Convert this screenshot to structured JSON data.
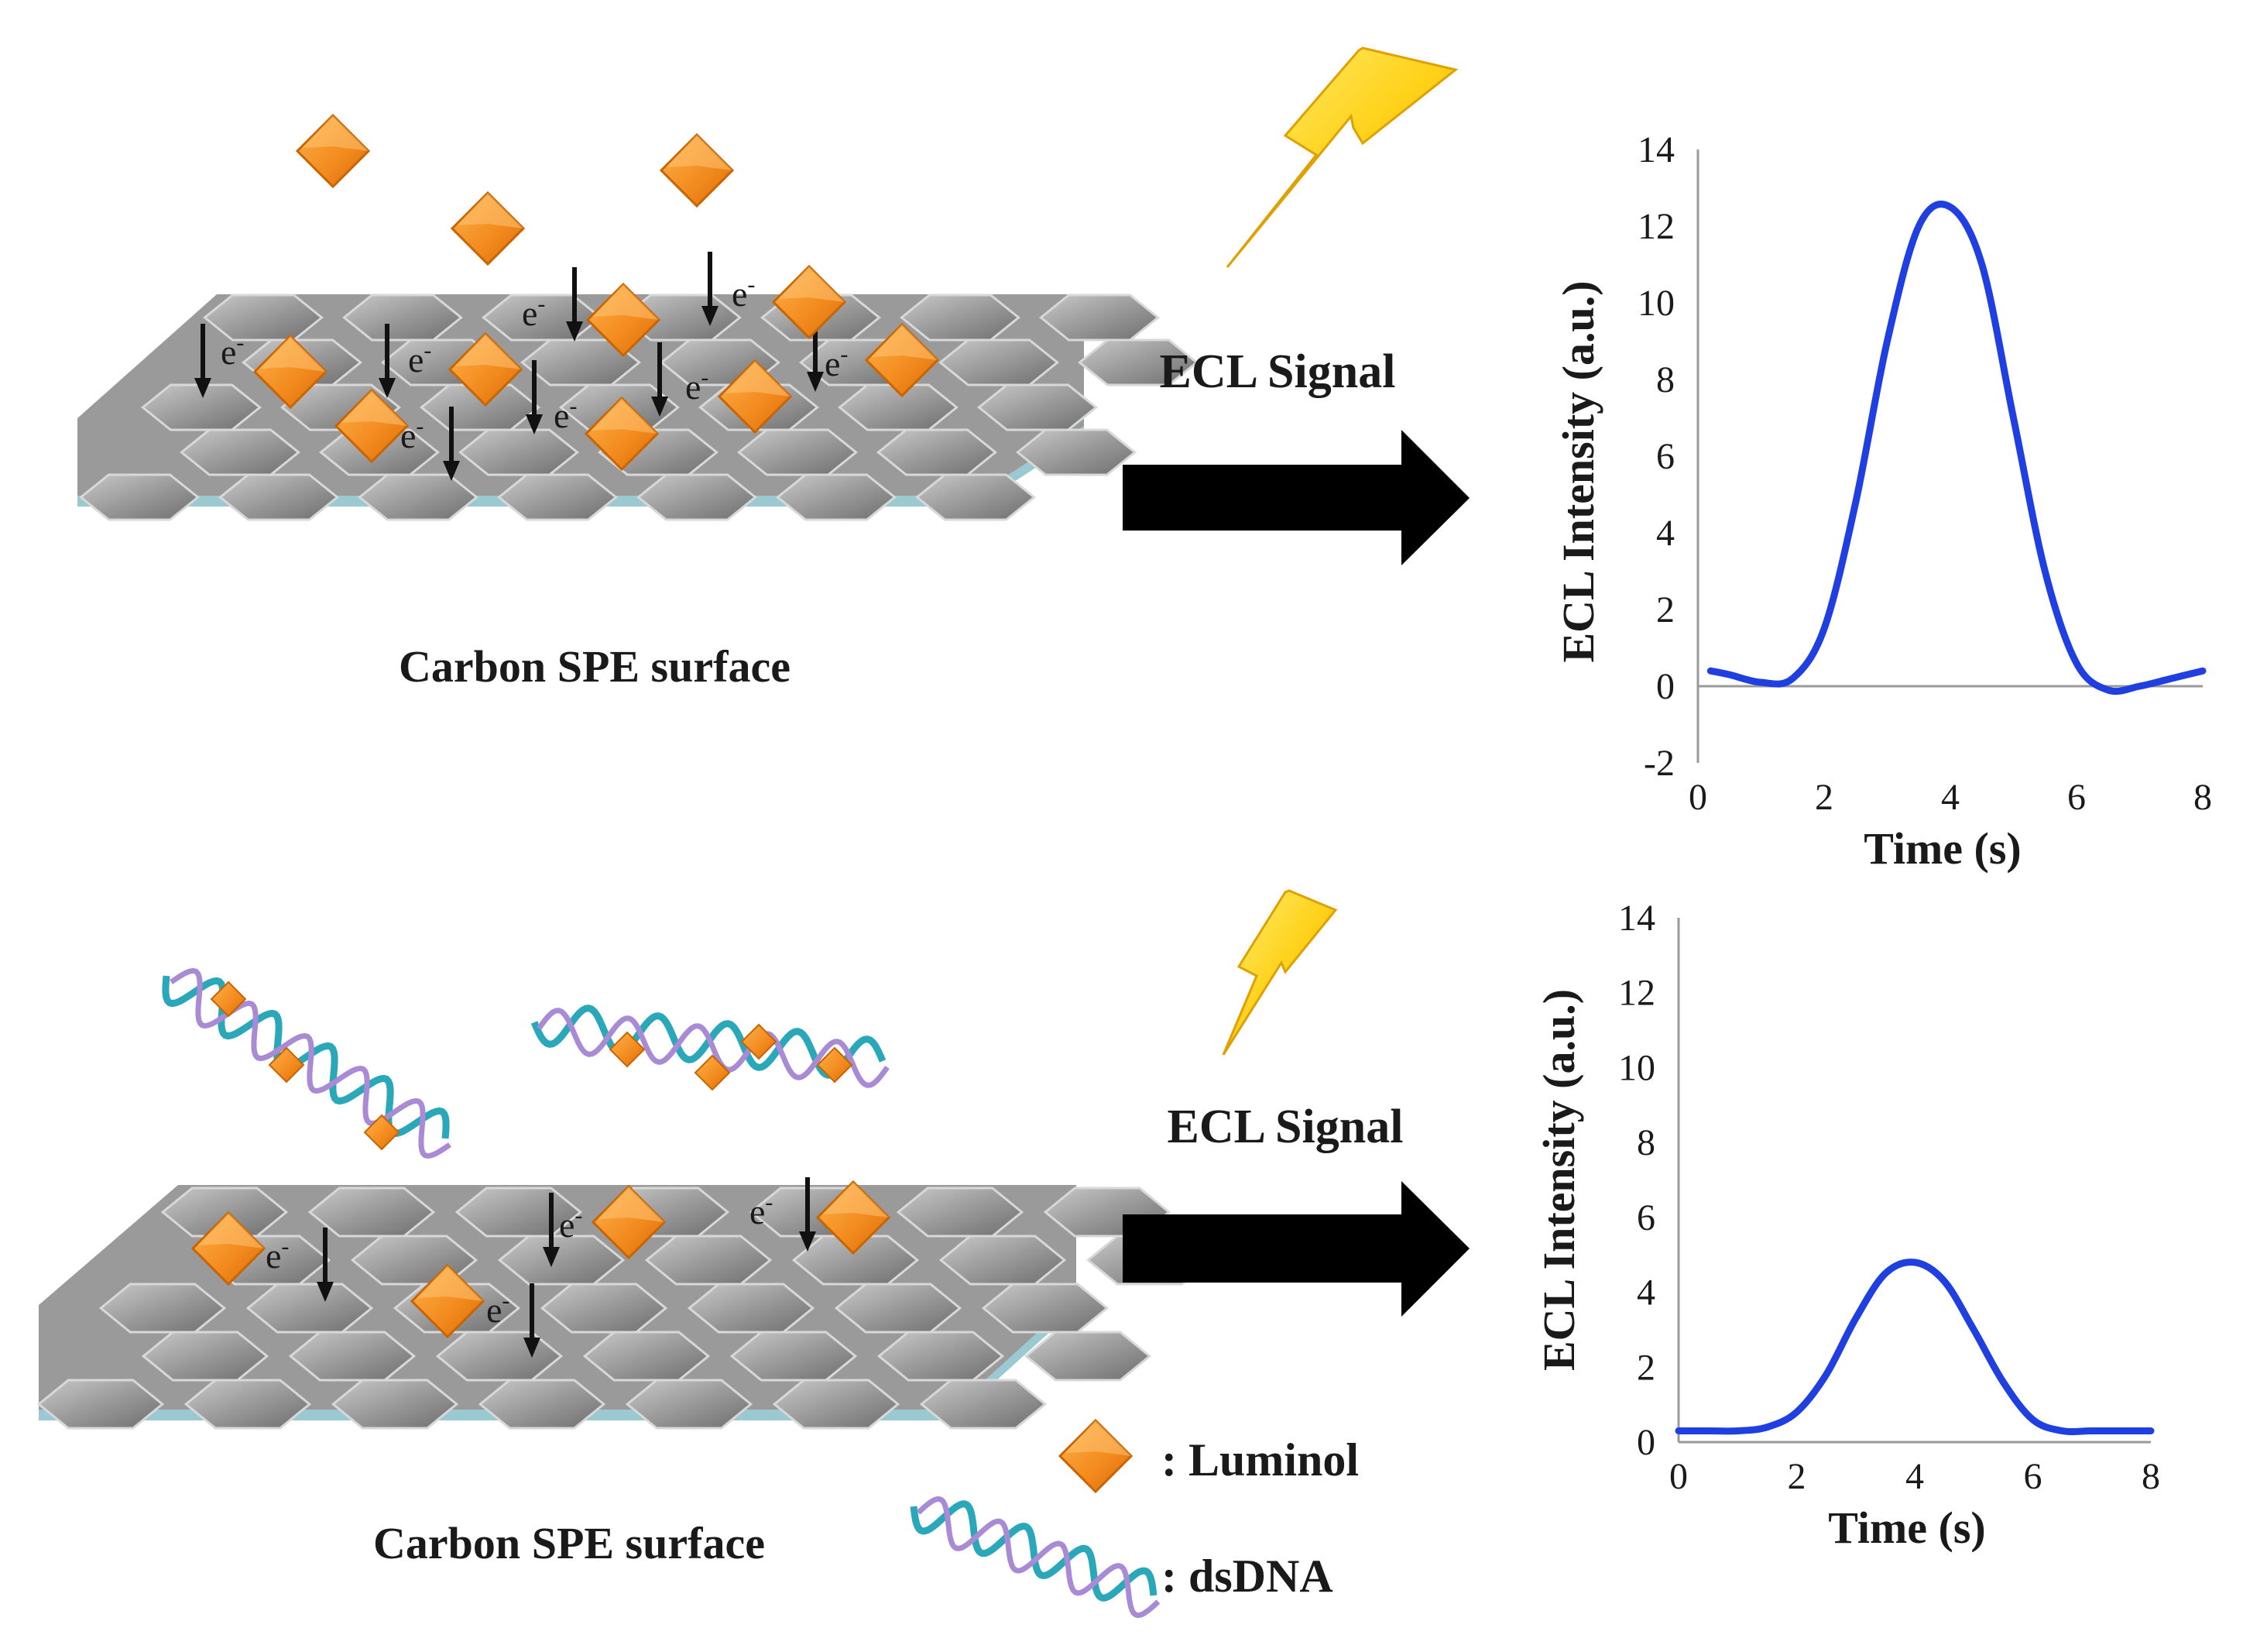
{
  "top_panel": {
    "surface_label": "Carbon SPE surface",
    "arrow_label": "ECL Signal",
    "electron_symbol": "e",
    "electron_sup": "-"
  },
  "bottom_panel": {
    "surface_label": "Carbon SPE surface",
    "arrow_label": "ECL Signal",
    "electron_symbol": "e",
    "electron_sup": "-"
  },
  "legend": {
    "luminol_label": ": Luminol",
    "dsdna_label": ": dsDNA"
  },
  "colors": {
    "luminol": "#f28a1e",
    "curve": "#1f3fe0",
    "lightning": "#ffc400",
    "arrow": "#000000",
    "dna_teal": "#2aa7b8",
    "dna_purple": "#a98ad4",
    "hex_tile": "#8c8c8c"
  },
  "chart_data": [
    {
      "type": "line",
      "xlabel": "Time (s)",
      "ylabel": "ECL Intensity (a.u.)",
      "xlim": [
        0,
        8
      ],
      "ylim": [
        -2,
        14
      ],
      "xticks": [
        "0",
        "2",
        "4",
        "6",
        "8"
      ],
      "yticks": [
        "-2",
        "0",
        "2",
        "4",
        "6",
        "8",
        "10",
        "12",
        "14"
      ],
      "series": [
        {
          "x": [
            0.2,
            0.5,
            1.0,
            1.5,
            2.0,
            2.5,
            3.0,
            3.5,
            4.0,
            4.5,
            5.0,
            5.5,
            6.0,
            6.5,
            7.0,
            7.5,
            8.0
          ],
          "values": [
            0.4,
            0.3,
            0.1,
            0.2,
            1.5,
            4.8,
            9.0,
            12.0,
            12.5,
            11.0,
            7.0,
            3.0,
            0.6,
            -0.1,
            0.0,
            0.2,
            0.4
          ]
        }
      ]
    },
    {
      "type": "line",
      "xlabel": "Time (s)",
      "ylabel": "ECL Intensity (a.u.)",
      "xlim": [
        0,
        8
      ],
      "ylim": [
        0,
        14
      ],
      "xticks": [
        "0",
        "2",
        "4",
        "6",
        "8"
      ],
      "yticks": [
        "0",
        "2",
        "4",
        "6",
        "8",
        "10",
        "12",
        "14"
      ],
      "series": [
        {
          "x": [
            0.0,
            0.5,
            1.0,
            1.5,
            2.0,
            2.5,
            3.0,
            3.5,
            4.0,
            4.5,
            5.0,
            5.5,
            6.0,
            6.5,
            7.0,
            7.5,
            8.0
          ],
          "values": [
            0.3,
            0.3,
            0.3,
            0.4,
            0.8,
            1.8,
            3.3,
            4.5,
            4.8,
            4.3,
            3.0,
            1.6,
            0.6,
            0.3,
            0.3,
            0.3,
            0.3
          ]
        }
      ]
    }
  ]
}
